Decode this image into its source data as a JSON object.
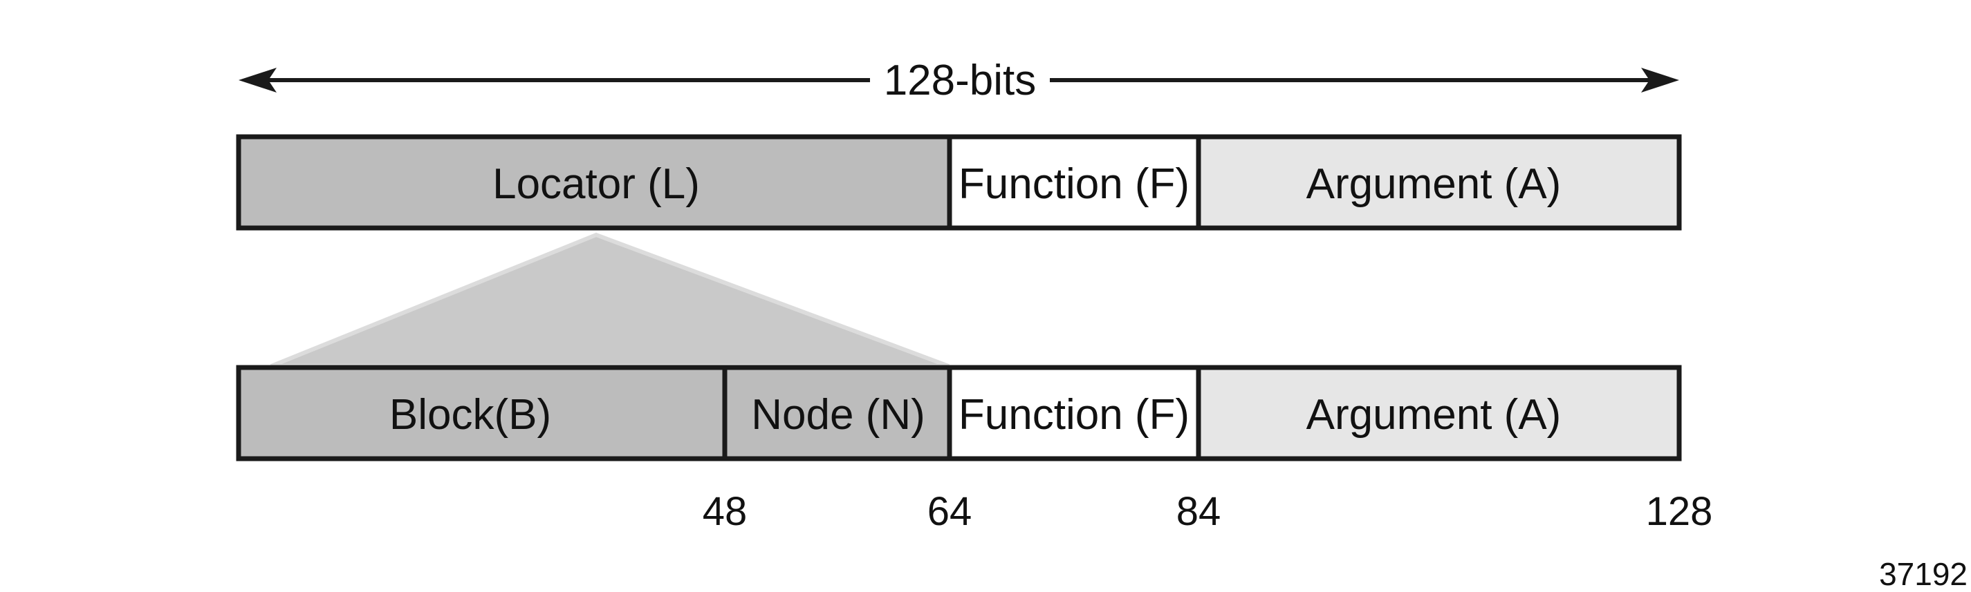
{
  "header": {
    "width_label": "128-bits"
  },
  "colors": {
    "locator": "#bcbcbc",
    "function": "#ffffff",
    "argument": "#e6e6e6",
    "expansion": "#c9c9c9",
    "outline": "#1a1a1a"
  },
  "row1": {
    "segments": [
      {
        "key": "locator",
        "label": "Locator (L)",
        "start": 0,
        "end": 64
      },
      {
        "key": "function",
        "label": "Function (F)",
        "start": 64,
        "end": 84
      },
      {
        "key": "argument",
        "label": "Argument (A)",
        "start": 84,
        "end": 128
      }
    ]
  },
  "row2": {
    "segments": [
      {
        "key": "block",
        "label": "Block(B)",
        "start": 0,
        "end": 48
      },
      {
        "key": "node",
        "label": "Node (N)",
        "start": 48,
        "end": 64
      },
      {
        "key": "function",
        "label": "Function (F)",
        "start": 64,
        "end": 84
      },
      {
        "key": "argument",
        "label": "Argument (A)",
        "start": 84,
        "end": 128
      }
    ]
  },
  "bit_positions": [
    {
      "bit": 48,
      "label": "48"
    },
    {
      "bit": 64,
      "label": "64"
    },
    {
      "bit": 84,
      "label": "84"
    },
    {
      "bit": 128,
      "label": "128"
    }
  ],
  "figure_id": "37192"
}
